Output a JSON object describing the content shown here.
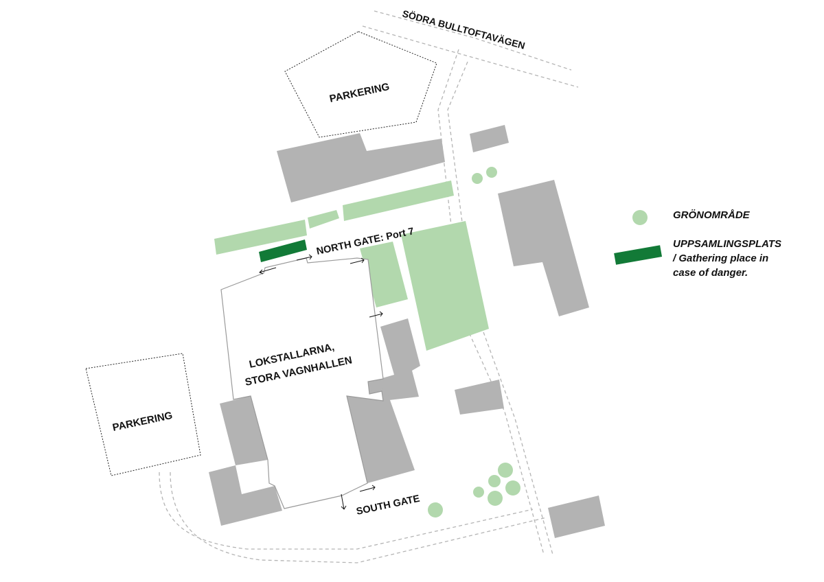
{
  "map": {
    "road_label": "SÖDRA BULLTOFTAVÄGEN",
    "parking_north_label": "PARKERING",
    "parking_west_label": "PARKERING",
    "main_hall_line1": "LOKSTALLARNA,",
    "main_hall_line2": "STORA VAGNHALLEN",
    "north_gate_label": "NORTH GATE: Port 7",
    "south_gate_label": "SOUTH GATE"
  },
  "legend": {
    "green_area_label": "GRÖNOMRÅDE",
    "gathering_line1": "UPPSAMLINGSPLATS",
    "gathering_line2": "/ Gathering place in",
    "gathering_line3": "case of danger."
  },
  "colors": {
    "building": "#b3b3b3",
    "green_area": "#b2d8ad",
    "gathering_place": "#127a37",
    "road_dash": "#b4b4b4",
    "outline": "#222222"
  }
}
